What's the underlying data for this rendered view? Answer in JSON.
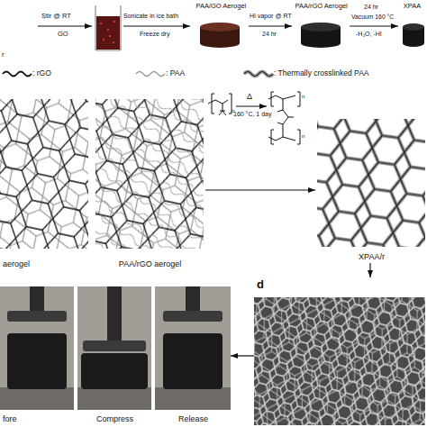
{
  "diagram": {
    "nodes": [
      {
        "text": [
          "PAA/GO Aerogel"
        ]
      },
      {
        "text": [
          "PAA/rGO Aerogel"
        ]
      },
      {
        "text": [
          "XPAA"
        ]
      },
      {
        "text": [
          "aerogel"
        ]
      },
      {
        "text": [
          "PAA/rGO aerogel"
        ]
      },
      {
        "text": [
          "XPAA/r"
        ]
      },
      {
        "text": [
          "fore"
        ]
      },
      {
        "text": [
          "Compress"
        ]
      },
      {
        "text": [
          "Release"
        ]
      },
      {
        "text": [
          "d"
        ]
      }
    ],
    "edges": [
      {
        "from": 0,
        "to": 1,
        "arrow": "to"
      },
      {
        "from": 1,
        "to": 2,
        "arrow": "to"
      },
      {
        "from": 4,
        "to": 5,
        "arrow": "to"
      },
      {
        "from": 5,
        "to": 9,
        "arrow": "to"
      },
      {
        "from": 9,
        "to": 8,
        "arrow": "to"
      }
    ],
    "labels": [
      "r",
      "Stir @ RT",
      "GO",
      "Sonicate in ice bath",
      "Freeze dry",
      "HI vapor @ RT",
      "24 hr",
      "24 hr",
      "Vacuum 160 °C",
      "-H₂O, -HI",
      "Δ",
      "160 °C, 1 day",
      "n",
      "n",
      "n"
    ],
    "legend": [
      {
        "text": ": rGO"
      },
      {
        "text": ": PAA"
      },
      {
        "text": ": Thermally crosslinked PAA"
      }
    ]
  }
}
